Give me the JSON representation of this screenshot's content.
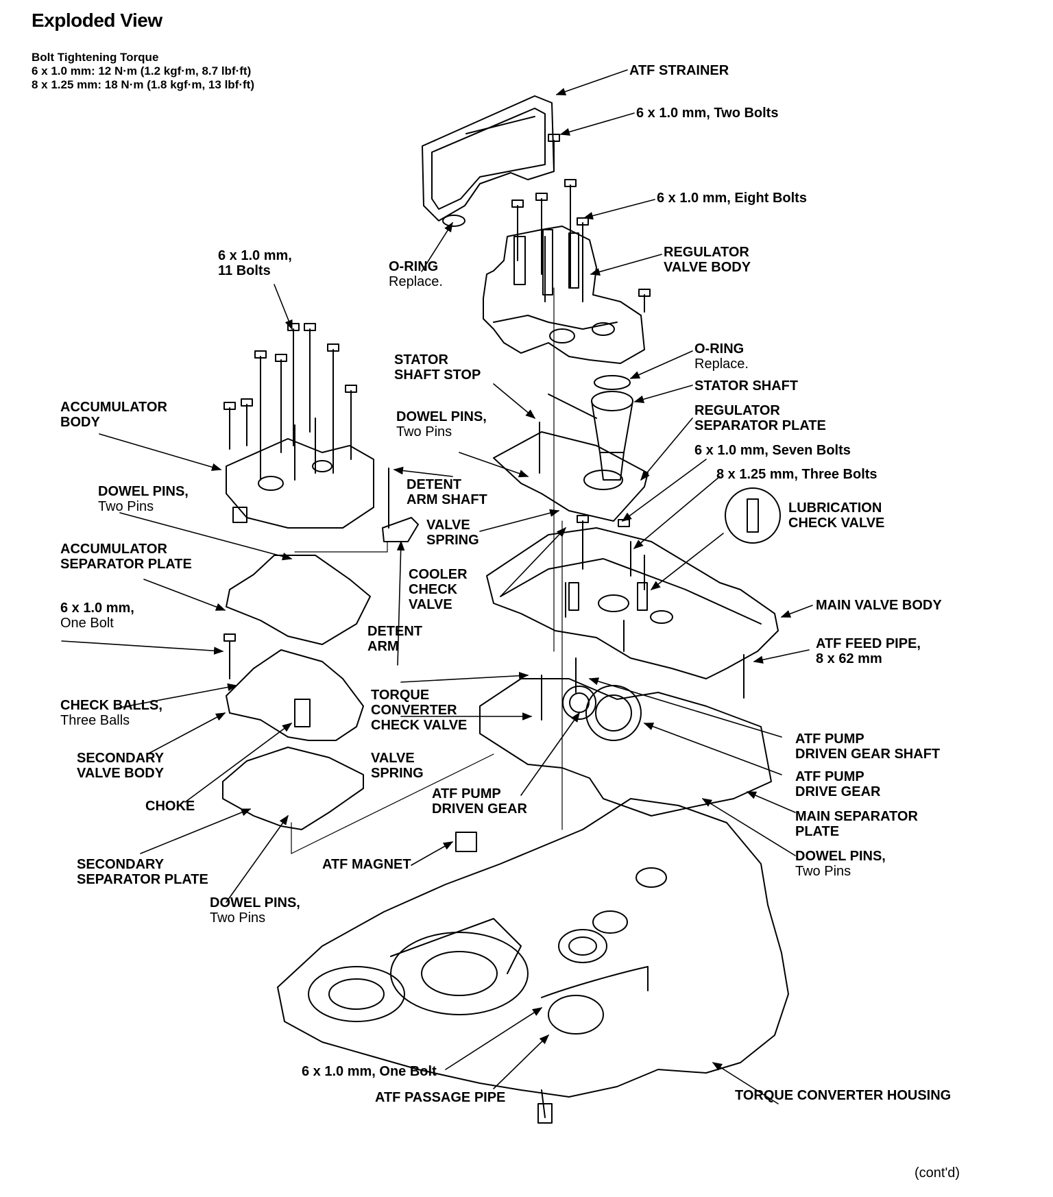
{
  "header": {
    "title": "Exploded View",
    "torque_heading": "Bolt Tightening Torque",
    "torque_line1": "6 x 1.0 mm: 12 N·m (1.2 kgf·m, 8.7 lbf·ft)",
    "torque_line2": "8 x 1.25 mm: 18 N·m (1.8 kgf·m, 13 lbf·ft)"
  },
  "labels": {
    "atf_strainer": "ATF STRAINER",
    "two_bolts_top": "6 x 1.0 mm, Two Bolts",
    "eight_bolts": "6 x 1.0 mm, Eight Bolts",
    "eleven_bolts_1": "6 x 1.0 mm,",
    "eleven_bolts_2": "11 Bolts",
    "oring_top_1": "O-RING",
    "oring_top_2": "Replace.",
    "regulator_vb_1": "REGULATOR",
    "regulator_vb_2": "VALVE BODY",
    "oring_mid_1": "O-RING",
    "oring_mid_2": "Replace.",
    "stator_stop_1": "STATOR",
    "stator_stop_2": "SHAFT STOP",
    "stator_shaft": "STATOR SHAFT",
    "reg_sep_1": "REGULATOR",
    "reg_sep_2": "SEPARATOR PLATE",
    "accum_body_1": "ACCUMULATOR",
    "accum_body_2": "BODY",
    "dowel_mid_1": "DOWEL PINS,",
    "dowel_mid_2": "Two Pins",
    "seven_bolts": "6 x 1.0 mm, Seven Bolts",
    "three_bolts": "8 x 1.25 mm, Three Bolts",
    "dowel_left_1": "DOWEL PINS,",
    "dowel_left_2": "Two Pins",
    "detent_shaft_1": "DETENT",
    "detent_shaft_2": "ARM SHAFT",
    "lube_check_1": "LUBRICATION",
    "lube_check_2": "CHECK VALVE",
    "valve_spring_top_1": "VALVE",
    "valve_spring_top_2": "SPRING",
    "accum_sep_1": "ACCUMULATOR",
    "accum_sep_2": "SEPARATOR PLATE",
    "cooler_1": "COOLER",
    "cooler_2": "CHECK",
    "cooler_3": "VALVE",
    "main_vb": "MAIN VALVE BODY",
    "one_bolt_left_1": "6 x 1.0 mm,",
    "one_bolt_left_2": "One Bolt",
    "detent_arm_1": "DETENT",
    "detent_arm_2": "ARM",
    "feed_pipe_1": "ATF FEED PIPE,",
    "feed_pipe_2": "8 x 62 mm",
    "check_balls_1": "CHECK BALLS,",
    "check_balls_2": "Three Balls",
    "tcc_1": "TORQUE",
    "tcc_2": "CONVERTER",
    "tcc_3": "CHECK VALVE",
    "driven_shaft_1": "ATF PUMP",
    "driven_shaft_2": "DRIVEN GEAR SHAFT",
    "secondary_vb_1": "SECONDARY",
    "secondary_vb_2": "VALVE BODY",
    "valve_spring_low_1": "VALVE",
    "valve_spring_low_2": "SPRING",
    "drive_gear_1": "ATF PUMP",
    "drive_gear_2": "DRIVE GEAR",
    "choke": "CHOKE",
    "driven_gear_1": "ATF PUMP",
    "driven_gear_2": "DRIVEN GEAR",
    "main_sep_1": "MAIN SEPARATOR",
    "main_sep_2": "PLATE",
    "secondary_sep_1": "SECONDARY",
    "secondary_sep_2": "SEPARATOR PLATE",
    "atf_magnet": "ATF MAGNET",
    "dowel_right_1": "DOWEL PINS,",
    "dowel_right_2": "Two Pins",
    "dowel_bottom_1": "DOWEL PINS,",
    "dowel_bottom_2": "Two Pins",
    "one_bolt_bottom": "6 x 1.0 mm, One Bolt",
    "passage_pipe": "ATF PASSAGE PIPE",
    "tc_housing": "TORQUE CONVERTER HOUSING"
  },
  "footer": {
    "cont": "(cont'd)"
  }
}
